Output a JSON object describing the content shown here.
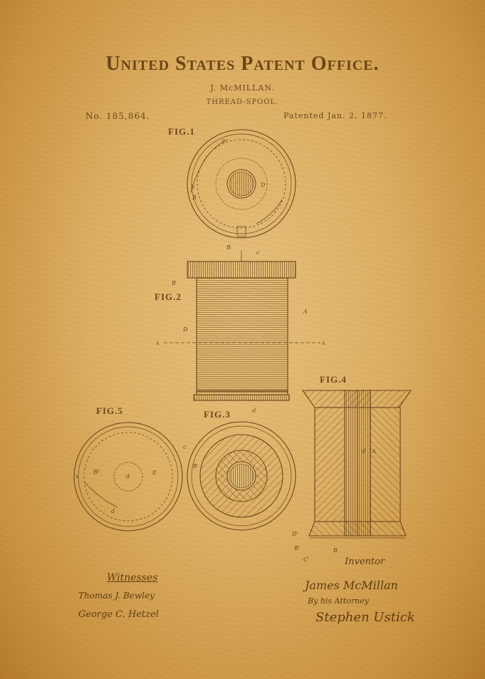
{
  "header": {
    "office": "United States Patent Office.",
    "inventor": "J. McMILLAN.",
    "invention": "THREAD-SPOOL.",
    "patent_number": "No. 185,864.",
    "patent_date": "Patented Jan. 2, 1877."
  },
  "figures": {
    "fig1": "FIG.1",
    "fig2": "FIG.2",
    "fig3": "FIG.3",
    "fig4": "FIG.4",
    "fig5": "FIG.5"
  },
  "letters": {
    "c": "c",
    "b": "b",
    "B": "B",
    "D": "D",
    "A": "A",
    "x": "x",
    "d": "d",
    "E": "E",
    "B2": "B²",
    "D1": "D'",
    "B1": "B'",
    "C1": "C'",
    "Bp": "B'"
  },
  "signatures": {
    "witnesses_heading": "Witnesses",
    "witness_1": "Thomas J. Bewley",
    "witness_2": "George C. Hetzel",
    "inventor_heading": "Inventor",
    "inventor_name": "James McMillan",
    "attorney_line": "By his Attorney",
    "attorney_name": "Stephen Ustick"
  },
  "colors": {
    "ink": "#6b4518",
    "paper": "#dcae63"
  }
}
